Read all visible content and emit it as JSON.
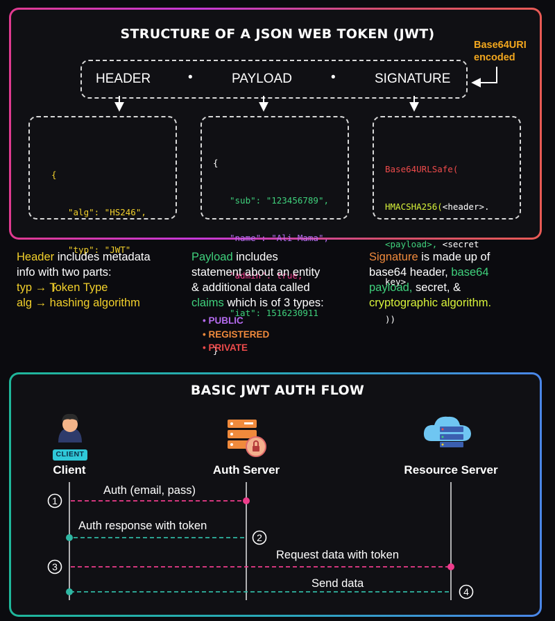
{
  "jwt": {
    "title": "STRUCTURE OF A JSON WEB TOKEN (JWT)",
    "encoded_note": [
      "Base64URI",
      "encoded"
    ],
    "segments": [
      "HEADER",
      "PAYLOAD",
      "SIGNATURE"
    ],
    "separator": "•",
    "header_code": [
      "{",
      "\"alg\": \"HS246\",",
      "\"typ\": \"JWT\"",
      "}"
    ],
    "payload_code": {
      "open": "{",
      "sub_key": "\"sub\":",
      "sub_val": "\"123456789\",",
      "name_key": "\"name\":",
      "name_val": "\"Ali Mama\",",
      "admin_key": "\"admin\":",
      "admin_val": "true,",
      "iat_key": "\"iat\":",
      "iat_val": "1516230911",
      "close": "}"
    },
    "signature_code": {
      "fn": "Base64URLSafe(",
      "hmac": "HMACSHA256(",
      "header": "<header>.",
      "payload": "<payload>,",
      "secret": "<secret",
      "key": "key>",
      "close": "))"
    }
  },
  "descriptions": {
    "header": {
      "keyword": "Header",
      "rest1": " includes metadata",
      "line2": "info with two parts:",
      "line3": "typ → Token Type",
      "line4": "alg → hashing algorithm"
    },
    "payload": {
      "keyword": "Payload",
      "rest1": " includes",
      "line2": "statement about an entity",
      "line3": "& additional data called",
      "claims": "claims",
      "rest4": " which is of 3 types:",
      "types": [
        "PUBLIC",
        "REGISTERED",
        "PRIVATE"
      ]
    },
    "signature": {
      "keyword": "Signature",
      "rest1": " is made up of",
      "line2a": "base64 header, ",
      "line2b": "base64",
      "line3a": "payload,",
      "line3b": " secret, &",
      "line4": "cryptographic algorithm."
    }
  },
  "flow": {
    "title": "BASIC JWT AUTH FLOW",
    "badge": "CLIENT",
    "actors": [
      "Client",
      "Auth Server",
      "Resource Server"
    ],
    "steps": [
      {
        "num": "①",
        "label": "Auth (email, pass)"
      },
      {
        "num": "②",
        "label": "Auth response with token"
      },
      {
        "num": "③",
        "label": "Request data with token"
      },
      {
        "num": "④",
        "label": "Send data"
      }
    ]
  },
  "colors": {
    "yellow": "#f2d02b",
    "green": "#3fd17c",
    "purple": "#b56bf0",
    "orange": "#f08a3c",
    "red": "#ee4b4b",
    "pink": "#ee3c8b",
    "teal": "#2fb7a3",
    "lime": "#d7f23a"
  }
}
